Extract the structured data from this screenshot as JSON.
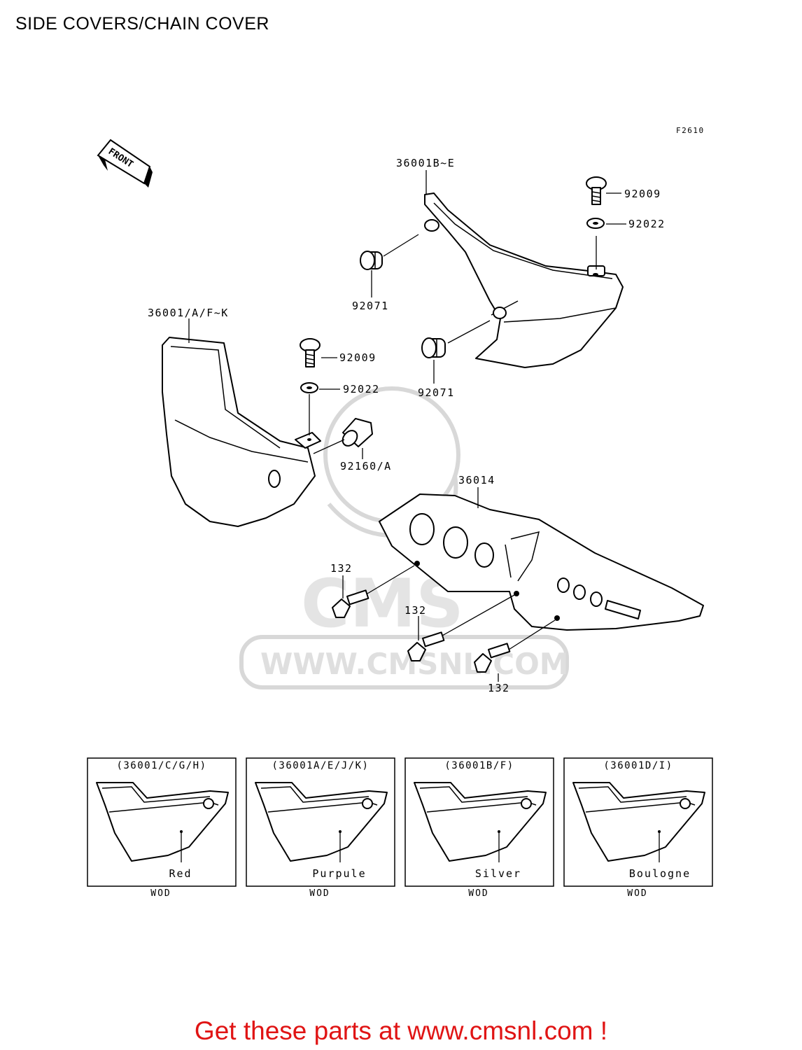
{
  "page": {
    "title": "SIDE COVERS/CHAIN COVER"
  },
  "diagram": {
    "figure_code": "F2610",
    "front_label": "FRONT",
    "watermark_url": "WWW.CMSNL.COM",
    "watermark_logo": "CMS",
    "part_labels": {
      "p36001b_e": "36001B~E",
      "p92009_a": "92009",
      "p92022_a": "92022",
      "p92071_a": "92071",
      "p92071_b": "92071",
      "p36001_a_f_k": "36001/A/F~K",
      "p92009_b": "92009",
      "p92022_b": "92022",
      "p92160_a": "92160/A",
      "p36014": "36014",
      "p132_a": "132",
      "p132_b": "132",
      "p132_c": "132"
    },
    "variants": [
      {
        "code": "(36001/C/G/H)",
        "color": "Red",
        "wod": "WOD"
      },
      {
        "code": "(36001A/E/J/K)",
        "color": "Purpule",
        "wod": "WOD"
      },
      {
        "code": "(36001B/F)",
        "color": "Silver",
        "wod": "WOD"
      },
      {
        "code": "(36001D/I)",
        "color": "Boulogne",
        "wod": "WOD"
      }
    ]
  },
  "footer": {
    "text": "Get these parts at www.cmsnl.com !",
    "color": "#e01414"
  }
}
